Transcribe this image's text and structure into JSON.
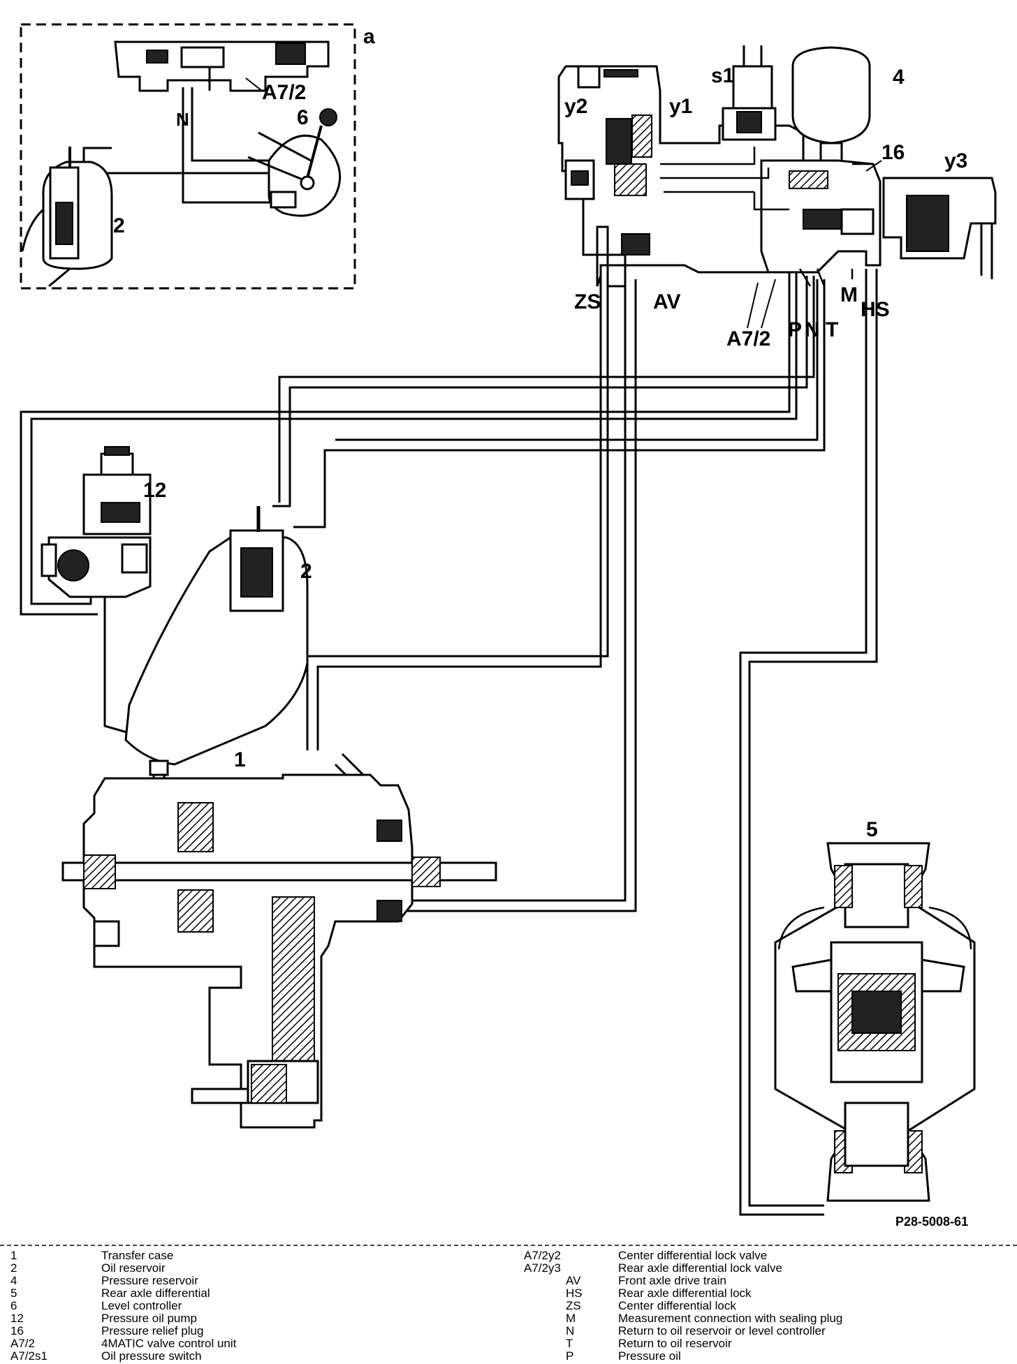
{
  "diagram": {
    "labels": {
      "inset": "a",
      "inset_a72": "A7/2",
      "inset_n": "N",
      "inset_6": "6",
      "inset_2": "2",
      "s1": "s1",
      "y2": "y2",
      "y1": "y1",
      "n4": "4",
      "n16": "16",
      "y3": "y3",
      "zs": "ZS",
      "av": "AV",
      "m": "M",
      "hs": "HS",
      "a72": "A7/2",
      "p": "P",
      "n": "N",
      "t": "T",
      "n12": "12",
      "n2": "2",
      "n1": "1",
      "n5": "5"
    },
    "figure_code": "P28-5008-61"
  },
  "legend": {
    "left": [
      {
        "code": "1",
        "desc": "Transfer case"
      },
      {
        "code": "2",
        "desc": "Oil reservoir"
      },
      {
        "code": "4",
        "desc": "Pressure reservoir"
      },
      {
        "code": "5",
        "desc": "Rear axle differential"
      },
      {
        "code": "6",
        "desc": "Level controller"
      },
      {
        "code": "12",
        "desc": "Pressure oil pump"
      },
      {
        "code": "16",
        "desc": "Pressure relief plug"
      },
      {
        "code": "A7/2",
        "desc": "4MATIC valve control unit"
      },
      {
        "code": "A7/2s1",
        "desc": "Oil pressure switch"
      }
    ],
    "right": [
      {
        "code": "A7/2y2",
        "desc": "Center differential lock valve"
      },
      {
        "code": "A7/2y3",
        "desc": "Rear axle differential lock valve"
      },
      {
        "code": "AV",
        "desc": "Front axle drive train"
      },
      {
        "code": "HS",
        "desc": "Rear axle differential lock"
      },
      {
        "code": "ZS",
        "desc": "Center differential lock"
      },
      {
        "code": "M",
        "desc": "Measurement connection with sealing plug"
      },
      {
        "code": "N",
        "desc": "Return to oil reservoir or level controller"
      },
      {
        "code": "T",
        "desc": "Return to oil reservoir"
      },
      {
        "code": "P",
        "desc": "Pressure oil"
      }
    ]
  }
}
